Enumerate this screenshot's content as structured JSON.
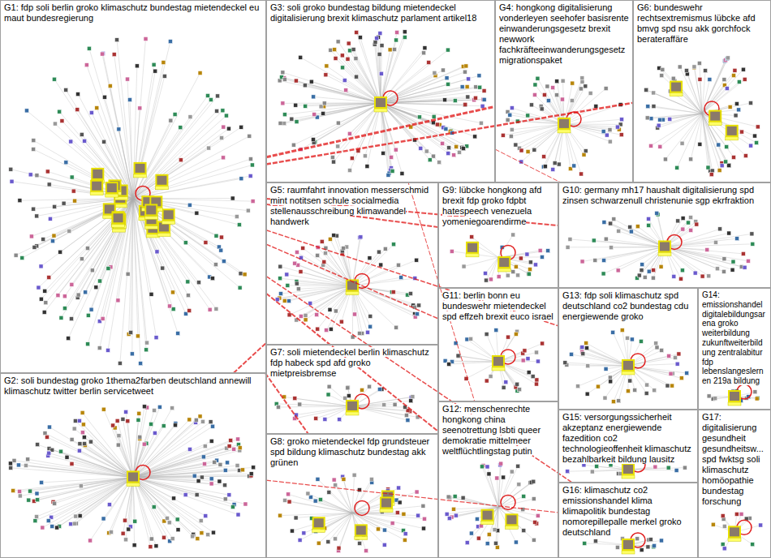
{
  "diagram": {
    "nodes": [
      {
        "text": [
          "G1: fdp soli berlin groko klimaschutz bundestag mietendeckel eu maut bundesregierung"
        ]
      },
      {
        "text": [
          "G2: soli bundestag groko 1thema2farben deutschland annewill klimaschutz twitter berlin servicetweet"
        ]
      },
      {
        "text": [
          "G3: soli groko bundestag bildung mietendeckel digitalisierung brexit klimaschutz parlament artikel18"
        ]
      },
      {
        "text": [
          "G4: hongkong digitalisierung vonderleyen seehofer basisrente einwanderungsgesetz brexit newwork fachkräfteeinwanderungsgesetz migrationspaket"
        ]
      },
      {
        "text": [
          "G5: raumfahrt innovation messerschmid mint notitsen schule socialmedia stellenausschreibung klimawandel handwerk"
        ]
      },
      {
        "text": [
          "G6: bundeswehr rechtsextremismus lübcke afd bmvg spd nsu akk gorchfock berateraffäre"
        ]
      },
      {
        "text": [
          "G7: soli mietendeckel berlin klimaschutz fdp habeck spd afd groko mietpreisbremse"
        ]
      },
      {
        "text": [
          "G8: groko mietendeckel fdp grundsteuer spd bildung klimaschutz bundestag akk grünen"
        ]
      },
      {
        "text": [
          "G9: lübcke hongkong afd brexit fdp groko fdpbt hatespeech venezuela yomeniegoarendirme"
        ]
      },
      {
        "text": [
          "G10: germany mh17 haushalt digitalisierung spd zinsen schwarzenull christenunie sgp ekrfraktion"
        ]
      },
      {
        "text": [
          "G11: berlin bonn eu bundeswehr mietendeckel spd effzeh brexit euco israel"
        ]
      },
      {
        "text": [
          "G12: menschenrechte hongkong china seenotrettung lsbti queer demokratie mittelmeer weltflüchtlingstag putin"
        ]
      },
      {
        "text": [
          "G13: fdp soli klimaschutz spd deutschland co2 bundestag cdu energiewende groko"
        ]
      },
      {
        "text": [
          "G14: emissionshandel digitalebildungsarena groko weiterbildung zukunftweiterbildung zentralabitur fdp lebenslangeslernen 219a bildung"
        ]
      },
      {
        "text": [
          "G15: versorgungssicherheit akzeptanz energiewende fazedition co2 technologieoffenheit klimaschutz bezahlbarkeit bildung lausitz"
        ]
      },
      {
        "text": [
          "G16: klimaschutz co2 emissionshandel klima klimapolitik bundestag nomorepillepalle merkel groko deutschland"
        ]
      },
      {
        "text": [
          "G17: digitalisierung gesundheit gesundheitsw... spd fwktsg soli klimaschutz homöopathie bundestag forschung"
        ]
      }
    ],
    "edges": [
      {
        "from": 0,
        "to": 3,
        "arrow": "none"
      },
      {
        "from": 0,
        "to": 5,
        "arrow": "none"
      },
      {
        "from": 0,
        "to": 8,
        "arrow": "none"
      },
      {
        "from": 0,
        "to": 9,
        "arrow": "none"
      },
      {
        "from": 0,
        "to": 10,
        "arrow": "none"
      },
      {
        "from": 0,
        "to": 11,
        "arrow": "none"
      },
      {
        "from": 0,
        "to": 12,
        "arrow": "none"
      },
      {
        "from": 0,
        "to": 15,
        "arrow": "none"
      },
      {
        "from": 0,
        "to": 7,
        "arrow": "none"
      },
      {
        "from": 1,
        "to": 4,
        "arrow": "none"
      },
      {
        "from": 1,
        "to": 15,
        "arrow": "none"
      },
      {
        "from": 2,
        "to": 9,
        "arrow": "none"
      },
      {
        "from": 2,
        "to": 11,
        "arrow": "none"
      }
    ]
  }
}
